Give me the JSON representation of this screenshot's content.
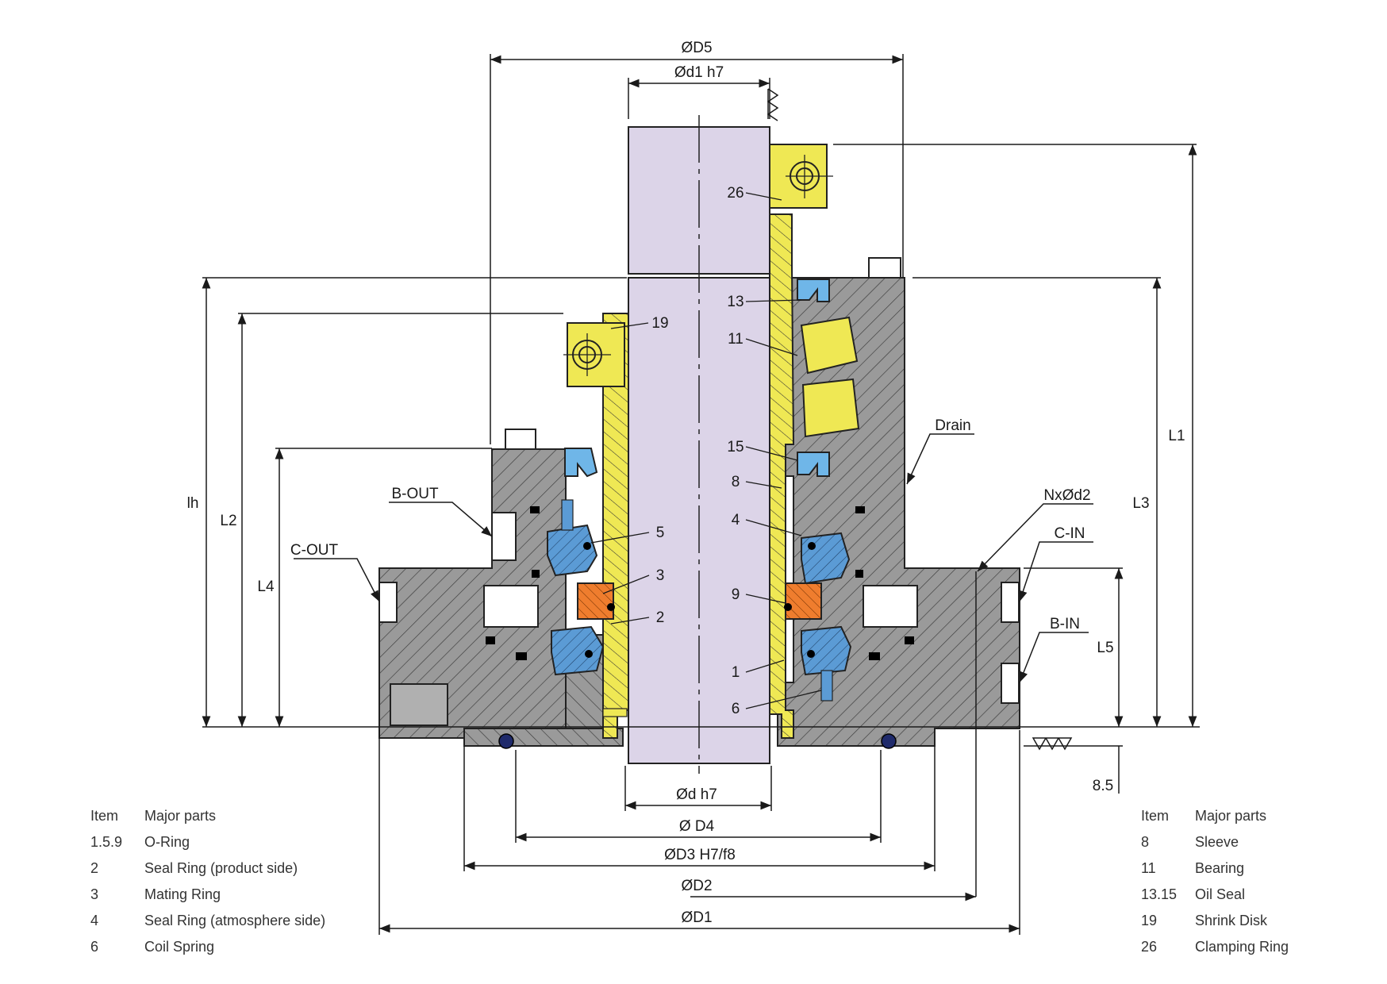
{
  "dimensions": {
    "D5": "ØD5",
    "d1": "Ød1 h7",
    "d": "Ød h7",
    "D4": "Ø D4",
    "D3": "ØD3 H7/f8",
    "D2": "ØD2",
    "D1": "ØD1",
    "lh": "lh",
    "L2": "L2",
    "L4": "L4",
    "L1": "L1",
    "L3": "L3",
    "L5": "L5",
    "offset": "8.5",
    "bolt": "NxØd2"
  },
  "ports": {
    "b_out": "B-OUT",
    "c_out": "C-OUT",
    "c_in": "C-IN",
    "b_in": "B-IN",
    "drain": "Drain"
  },
  "callouts": [
    "26",
    "19",
    "13",
    "11",
    "15",
    "8",
    "4",
    "5",
    "3",
    "9",
    "2",
    "1",
    "6"
  ],
  "colors": {
    "shaft": "#dcd4e8",
    "sleeve": "#efe854",
    "housing": "#9a9a9a",
    "seal_ring": "#5b9bd5",
    "mating_ring": "#ef7d2e",
    "oil_seal": "#6fb6e8"
  },
  "parts_left": {
    "header": {
      "item": "Item",
      "part": "Major parts"
    },
    "rows": [
      {
        "item": "1.5.9",
        "part": "O-Ring"
      },
      {
        "item": "2",
        "part": "Seal Ring (product side)"
      },
      {
        "item": "3",
        "part": "Mating Ring"
      },
      {
        "item": "4",
        "part": "Seal Ring (atmosphere side)"
      },
      {
        "item": "6",
        "part": "Coil Spring"
      }
    ]
  },
  "parts_right": {
    "header": {
      "item": "Item",
      "part": "Major parts"
    },
    "rows": [
      {
        "item": "8",
        "part": "Sleeve"
      },
      {
        "item": "11",
        "part": "Bearing"
      },
      {
        "item": "13.15",
        "part": "Oil Seal"
      },
      {
        "item": "19",
        "part": "Shrink Disk"
      },
      {
        "item": "26",
        "part": "Clamping Ring"
      }
    ]
  }
}
